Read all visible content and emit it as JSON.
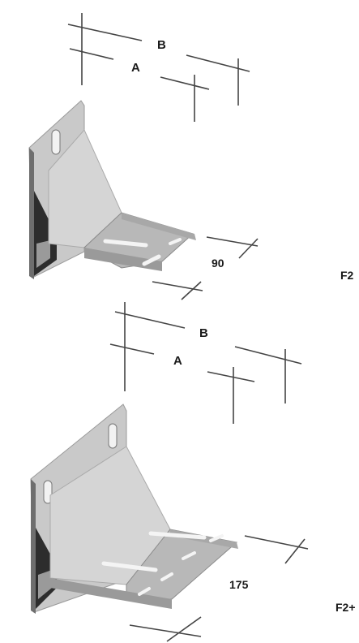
{
  "figures": [
    {
      "model": "F2",
      "dimension": "90",
      "label_a": "A",
      "label_b": "B"
    },
    {
      "model": "F2+",
      "dimension": "175",
      "label_a": "A",
      "label_b": "B"
    }
  ],
  "colors": {
    "face_light": "#d9d9d9",
    "face_mid": "#c4c4c4",
    "face_dark": "#8e8e8e",
    "face_shadow": "#3a3a3a",
    "line": "#444444"
  }
}
